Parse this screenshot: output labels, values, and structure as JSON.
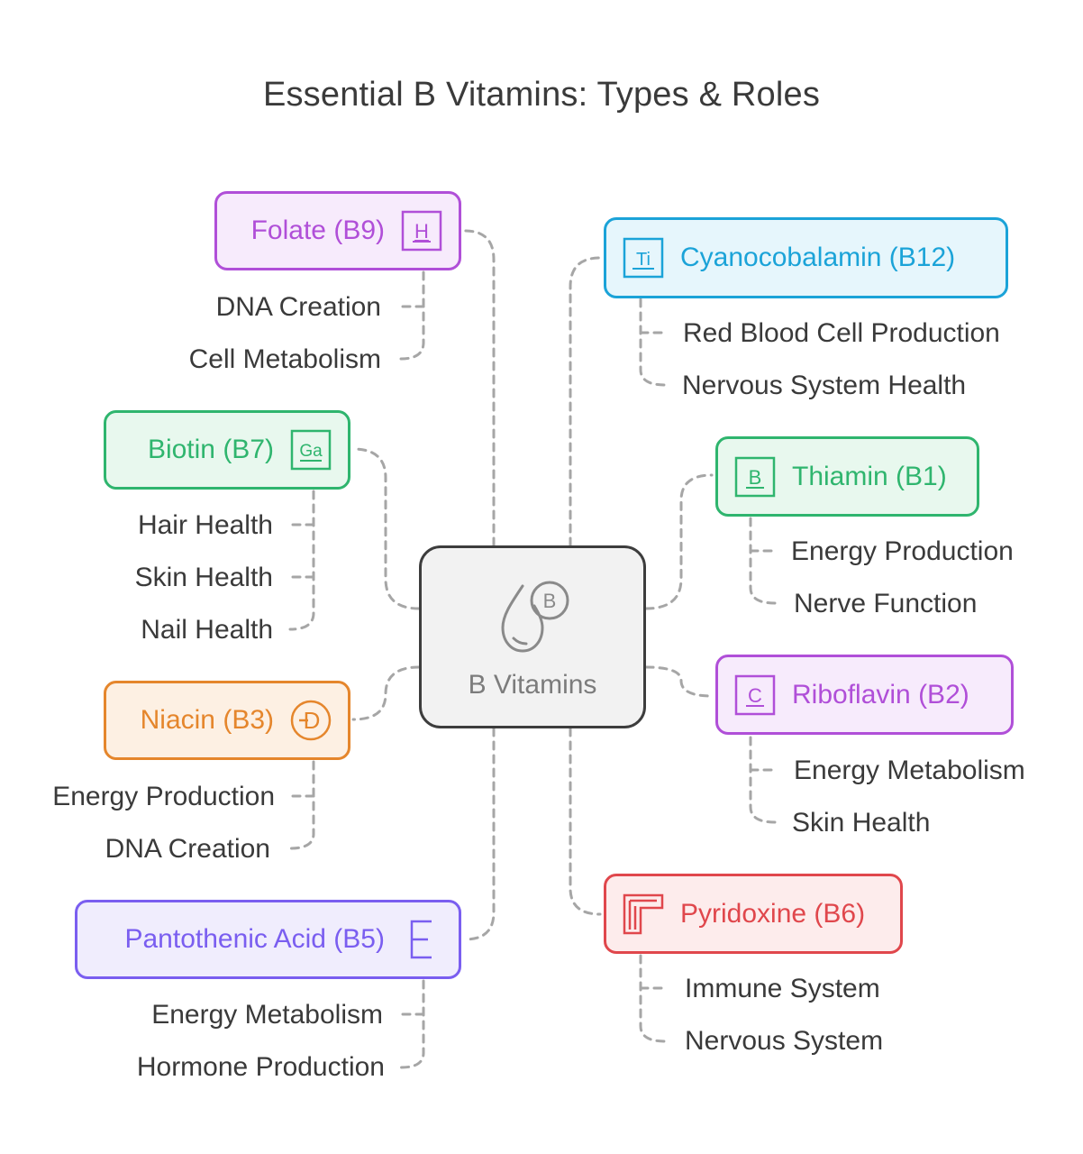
{
  "title": "Essential B Vitamins: Types & Roles",
  "center": {
    "label": "B Vitamins",
    "icon": "droplet-b-icon",
    "icon_letter": "B"
  },
  "vitamins": [
    {
      "key": "folate",
      "label": "Folate (B9)",
      "icon": "h-letter-icon",
      "icon_text": "H",
      "color": "#b04fd8",
      "fill": "#f7ebfc",
      "roles": [
        "DNA Creation",
        "Cell Metabolism"
      ]
    },
    {
      "key": "biotin",
      "label": "Biotin (B7)",
      "icon": "ga-letter-icon",
      "icon_text": "Ga",
      "color": "#2fb56e",
      "fill": "#e8f8ee",
      "roles": [
        "Hair Health",
        "Skin Health",
        "Nail Health"
      ]
    },
    {
      "key": "niacin",
      "label": "Niacin (B3)",
      "icon": "d-circle-icon",
      "icon_text": "D",
      "color": "#e5862c",
      "fill": "#fdf0e3",
      "roles": [
        "Energy Production",
        "DNA Creation"
      ]
    },
    {
      "key": "pantothenic",
      "label": "Pantothenic Acid (B5)",
      "icon": "e-letter-icon",
      "icon_text": "E",
      "color": "#7a5ef0",
      "fill": "#f0edfd",
      "roles": [
        "Energy Metabolism",
        "Hormone Production"
      ]
    },
    {
      "key": "cyanocobalamin",
      "label": "Cyanocobalamin (B12)",
      "icon": "ti-letter-icon",
      "icon_text": "Ti",
      "color": "#1ba3d8",
      "fill": "#e6f6fc",
      "roles": [
        "Red Blood Cell Production",
        "Nervous System Health"
      ]
    },
    {
      "key": "thiamin",
      "label": "Thiamin (B1)",
      "icon": "b-letter-icon",
      "icon_text": "B",
      "color": "#2fb56e",
      "fill": "#e8f8ee",
      "roles": [
        "Energy Production",
        "Nerve Function"
      ]
    },
    {
      "key": "riboflavin",
      "label": "Riboflavin (B2)",
      "icon": "c-letter-icon",
      "icon_text": "C",
      "color": "#b04fd8",
      "fill": "#f7ebfc",
      "roles": [
        "Energy Metabolism",
        "Skin Health"
      ]
    },
    {
      "key": "pyridoxine",
      "label": "Pyridoxine (B6)",
      "icon": "pipe-shape-icon",
      "icon_text": "",
      "color": "#e0474c",
      "fill": "#fdecec",
      "roles": [
        "Immune System",
        "Nervous System"
      ]
    }
  ],
  "colors": {
    "connector": "#a6a6a6",
    "text": "#3a3a3a",
    "center_border": "#3d3d3d",
    "center_fill": "#f2f2f2"
  }
}
